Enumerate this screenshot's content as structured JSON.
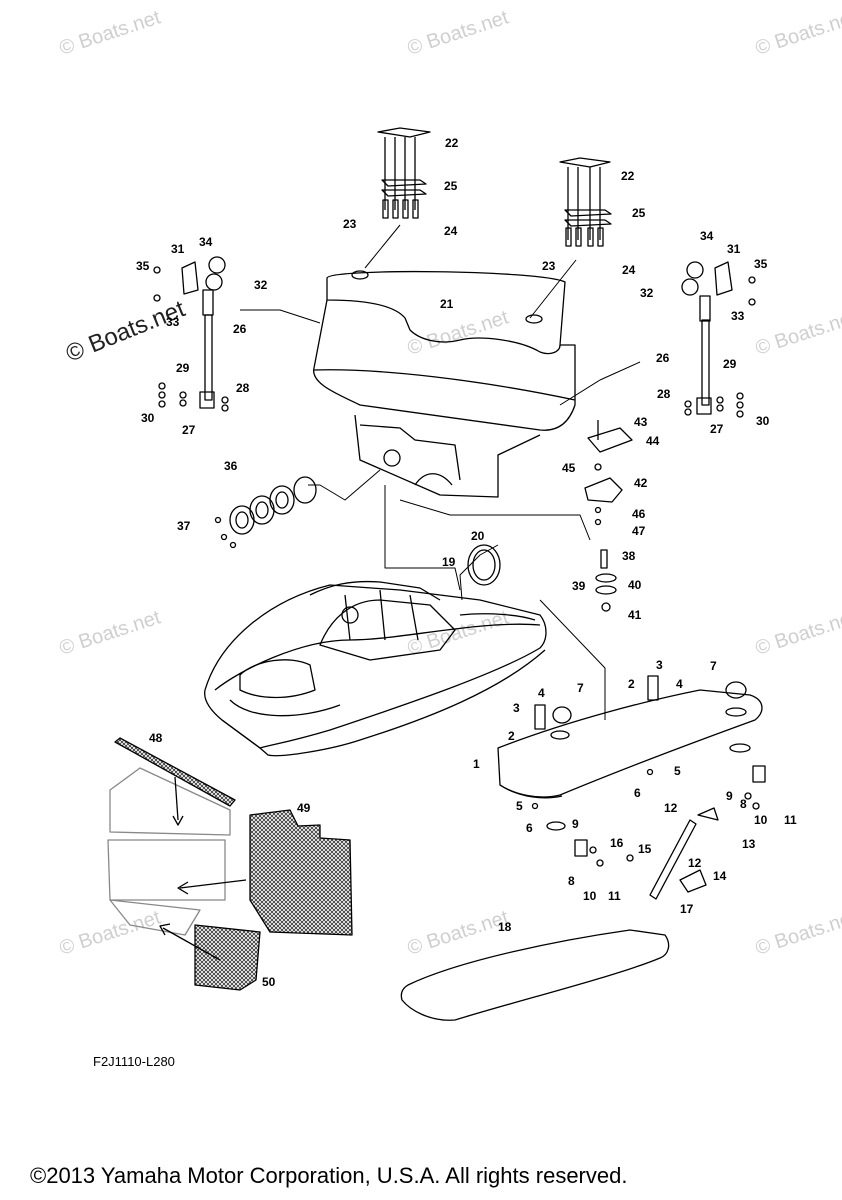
{
  "diagram_code": "F2J1110-L280",
  "copyright": "©2013 Yamaha Motor Corporation, U.S.A. All rights reserved.",
  "watermark": "© Boats.net",
  "colors": {
    "line": "#000000",
    "watermark": "#cfcfcf",
    "background": "#ffffff"
  },
  "callouts": {
    "c1": "1",
    "c2a": "2",
    "c2b": "2",
    "c3a": "3",
    "c3b": "3",
    "c4a": "4",
    "c4b": "4",
    "c5a": "5",
    "c5b": "5",
    "c6a": "6",
    "c6b": "6",
    "c7a": "7",
    "c7b": "7",
    "c8a": "8",
    "c8b": "8",
    "c9a": "9",
    "c9b": "9",
    "c10a": "10",
    "c10b": "10",
    "c11a": "11",
    "c11b": "11",
    "c12a": "12",
    "c12b": "12",
    "c13": "13",
    "c14": "14",
    "c15": "15",
    "c16": "16",
    "c17": "17",
    "c18": "18",
    "c19": "19",
    "c20": "20",
    "c21": "21",
    "c22a": "22",
    "c22b": "22",
    "c23a": "23",
    "c23b": "23",
    "c24a": "24",
    "c24b": "24",
    "c25a": "25",
    "c25b": "25",
    "c26a": "26",
    "c26b": "26",
    "c27a": "27",
    "c27b": "27",
    "c28a": "28",
    "c28b": "28",
    "c29a": "29",
    "c29b": "29",
    "c30a": "30",
    "c30b": "30",
    "c31a": "31",
    "c31b": "31",
    "c32a": "32",
    "c32b": "32",
    "c33a": "33",
    "c33b": "33",
    "c34a": "34",
    "c34b": "34",
    "c35a": "35",
    "c35b": "35",
    "c36": "36",
    "c37": "37",
    "c38": "38",
    "c39": "39",
    "c40": "40",
    "c41": "41",
    "c42": "42",
    "c43": "43",
    "c44": "44",
    "c45": "45",
    "c46": "46",
    "c47": "47",
    "c48": "48",
    "c49": "49",
    "c50": "50"
  }
}
